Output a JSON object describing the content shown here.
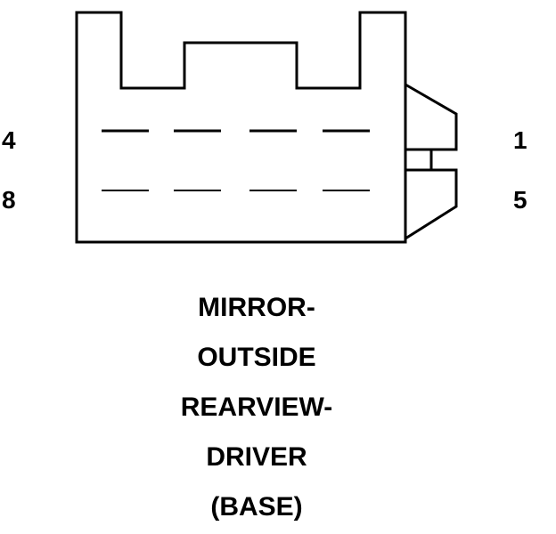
{
  "connector": {
    "pin_labels": {
      "top_left": "4",
      "bottom_left": "8",
      "top_right": "1",
      "bottom_right": "5"
    },
    "line_color": "#000000",
    "background_color": "#ffffff"
  },
  "caption": {
    "lines": [
      "MIRROR-",
      "OUTSIDE",
      "REARVIEW-",
      "DRIVER",
      "(BASE)"
    ]
  }
}
